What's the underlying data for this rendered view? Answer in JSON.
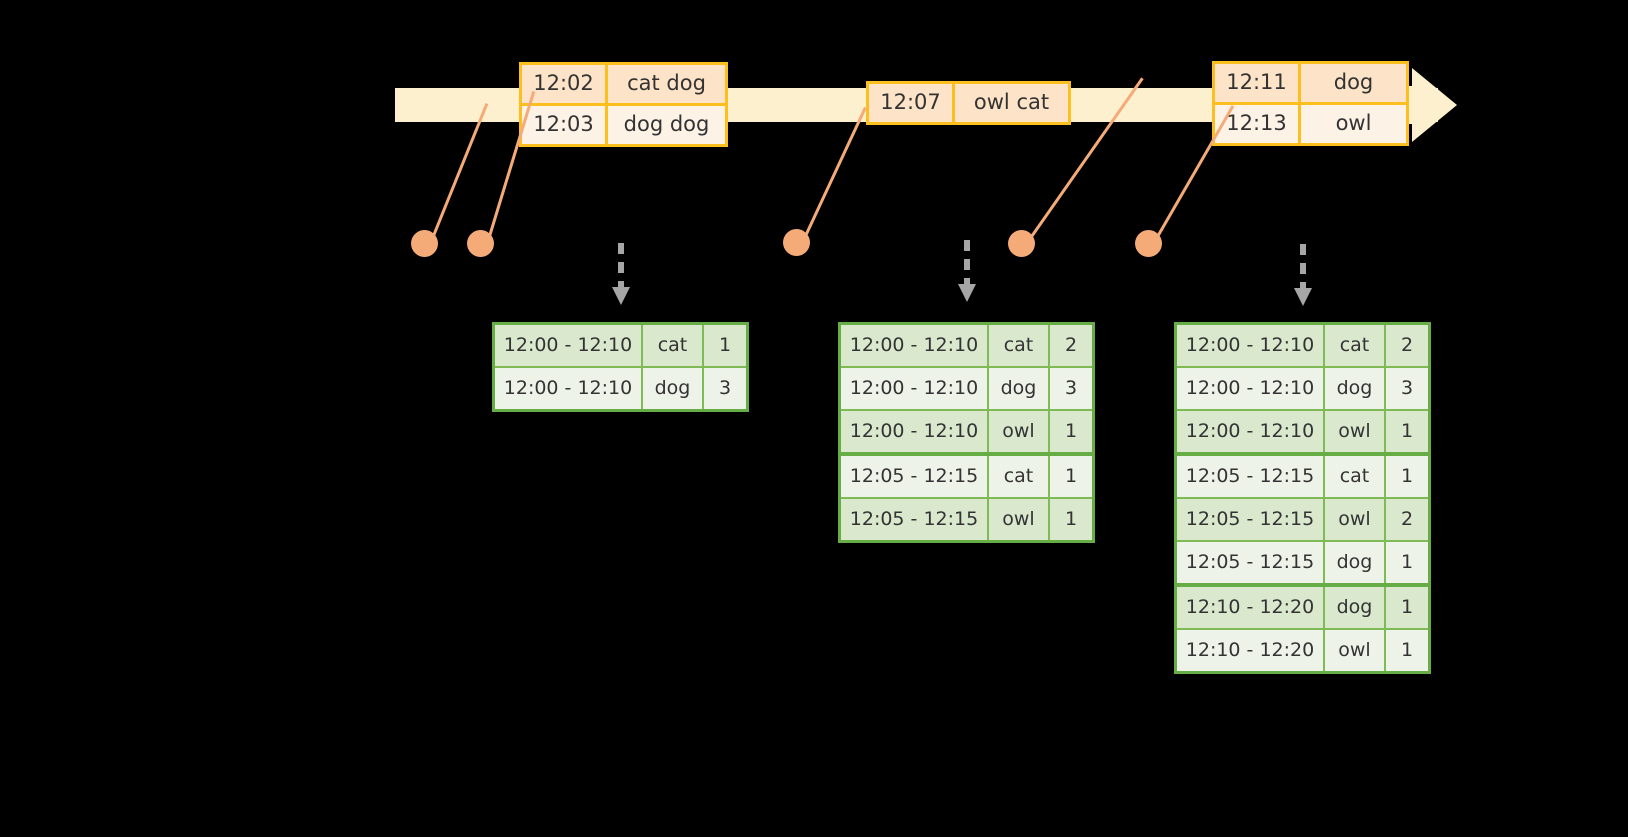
{
  "diagram": {
    "title": "windowed-aggregation-timeline",
    "colors": {
      "timeline_fill": "#fdf0cf",
      "event_border": "#fcbf1e",
      "event_shade": "#fde3c7",
      "event_light": "#fdf2e6",
      "connector": "#f5ab78",
      "table_border": "#67ad45",
      "table_grid": "#7fbb54",
      "row_shade": "#dae8cd",
      "row_light": "#eef3e9",
      "arrow_gray": "#a6a6a6",
      "background": "#000000",
      "text": "#333333"
    }
  },
  "timeline": {
    "arrow_name": "time-axis-arrow",
    "event_groups": [
      {
        "name": "event-group-1",
        "events": [
          {
            "time": "12:02",
            "words": "cat dog"
          },
          {
            "time": "12:03",
            "words": "dog dog"
          }
        ]
      },
      {
        "name": "event-group-2",
        "events": [
          {
            "time": "12:07",
            "words": "owl cat"
          }
        ]
      },
      {
        "name": "event-group-3",
        "events": [
          {
            "time": "12:11",
            "words": "dog"
          },
          {
            "time": "12:13",
            "words": "owl"
          }
        ]
      }
    ]
  },
  "connectors": [
    {
      "name": "connector-1202"
    },
    {
      "name": "connector-1203"
    },
    {
      "name": "connector-1207"
    },
    {
      "name": "connector-1211"
    },
    {
      "name": "connector-1213"
    }
  ],
  "result_tables": [
    {
      "name": "result-table-1",
      "rows": [
        {
          "window": "12:00 - 12:10",
          "key": "cat",
          "count": "1",
          "group": 0
        },
        {
          "window": "12:00 - 12:10",
          "key": "dog",
          "count": "3",
          "group": 0
        }
      ]
    },
    {
      "name": "result-table-2",
      "rows": [
        {
          "window": "12:00 - 12:10",
          "key": "cat",
          "count": "2",
          "group": 0
        },
        {
          "window": "12:00 - 12:10",
          "key": "dog",
          "count": "3",
          "group": 0
        },
        {
          "window": "12:00 - 12:10",
          "key": "owl",
          "count": "1",
          "group": 0
        },
        {
          "window": "12:05 - 12:15",
          "key": "cat",
          "count": "1",
          "group": 1
        },
        {
          "window": "12:05 - 12:15",
          "key": "owl",
          "count": "1",
          "group": 1
        }
      ]
    },
    {
      "name": "result-table-3",
      "rows": [
        {
          "window": "12:00 - 12:10",
          "key": "cat",
          "count": "2",
          "group": 0
        },
        {
          "window": "12:00 - 12:10",
          "key": "dog",
          "count": "3",
          "group": 0
        },
        {
          "window": "12:00 - 12:10",
          "key": "owl",
          "count": "1",
          "group": 0
        },
        {
          "window": "12:05 - 12:15",
          "key": "cat",
          "count": "1",
          "group": 1
        },
        {
          "window": "12:05 - 12:15",
          "key": "owl",
          "count": "2",
          "group": 1
        },
        {
          "window": "12:05 - 12:15",
          "key": "dog",
          "count": "1",
          "group": 1
        },
        {
          "window": "12:10 - 12:20",
          "key": "dog",
          "count": "1",
          "group": 2
        },
        {
          "window": "12:10 - 12:20",
          "key": "owl",
          "count": "1",
          "group": 2
        }
      ]
    }
  ]
}
